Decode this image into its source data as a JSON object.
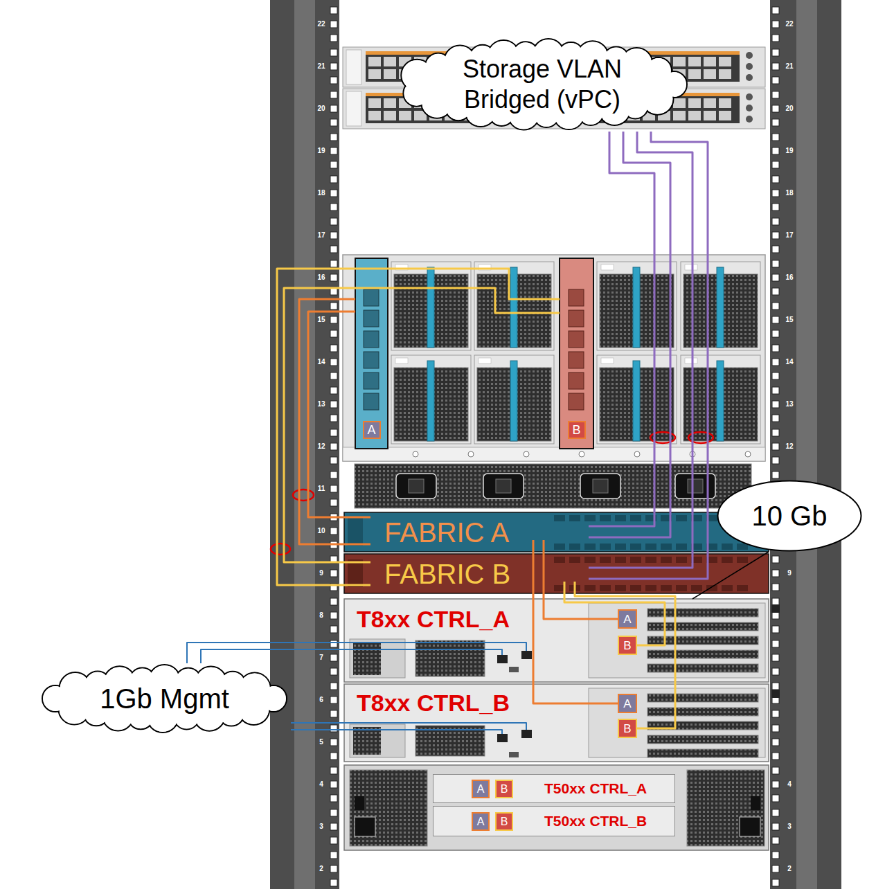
{
  "diagram": {
    "nodes": [
      {
        "text": [
          "Storage VLAN Bridged (vPC)"
        ]
      },
      {
        "text": [
          "A"
        ]
      },
      {
        "text": [
          "B"
        ]
      },
      {
        "text": [
          "10 Gb"
        ]
      },
      {
        "text": [
          "FABRIC A"
        ]
      },
      {
        "text": [
          "FABRIC B"
        ]
      },
      {
        "text": [
          "T8xx CTRL_A"
        ]
      },
      {
        "text": [
          "A"
        ],
        "in": 6
      },
      {
        "text": [
          "B"
        ],
        "in": 6
      },
      {
        "text": [
          "1Gb Mgmt"
        ]
      },
      {
        "text": [
          "T8xx CTRL_B"
        ]
      },
      {
        "text": [
          "A"
        ],
        "in": 10
      },
      {
        "text": [
          "B"
        ],
        "in": 10
      },
      {
        "text": [
          "T50xx CTRL_A"
        ]
      },
      {
        "text": [
          "A"
        ],
        "in": 13
      },
      {
        "text": [
          "B"
        ],
        "in": 13
      },
      {
        "text": [
          "T50xx CTRL_B"
        ]
      },
      {
        "text": [
          "A"
        ],
        "in": 16
      },
      {
        "text": [
          "B"
        ],
        "in": 16
      }
    ],
    "edges": [
      {
        "from": 1,
        "to": 4,
        "arrow": "none"
      },
      {
        "from": 1,
        "to": 4,
        "arrow": "none"
      },
      {
        "from": 2,
        "to": 5,
        "arrow": "none"
      },
      {
        "from": 2,
        "to": 5,
        "arrow": "none"
      },
      {
        "from": 4,
        "to": 0,
        "arrow": "none"
      },
      {
        "from": 4,
        "to": 0,
        "arrow": "none"
      },
      {
        "from": 5,
        "to": 0,
        "arrow": "none"
      },
      {
        "from": 5,
        "to": 0,
        "arrow": "none"
      },
      {
        "from": 4,
        "to": 7,
        "arrow": "none"
      },
      {
        "from": 4,
        "to": 11,
        "arrow": "none"
      },
      {
        "from": 5,
        "to": 8,
        "arrow": "none"
      },
      {
        "from": 5,
        "to": 12,
        "arrow": "none"
      },
      {
        "from": 9,
        "to": 6,
        "arrow": "none"
      },
      {
        "from": 9,
        "to": 6,
        "arrow": "none"
      },
      {
        "from": 9,
        "to": 10,
        "arrow": "none"
      },
      {
        "from": 9,
        "to": 10,
        "arrow": "none"
      },
      {
        "from": 3,
        "to": 6,
        "arrow": "none"
      }
    ],
    "labels": [
      "22",
      "21",
      "20",
      "19",
      "18",
      "17",
      "16",
      "15",
      "14",
      "13",
      "12",
      "11",
      "10",
      "9",
      "8",
      "7",
      "6",
      "5",
      "4",
      "3",
      "2",
      "22",
      "21",
      "20",
      "19",
      "18",
      "17",
      "16",
      "15",
      "14",
      "13",
      "12",
      "9",
      "4",
      "3",
      "2"
    ]
  }
}
